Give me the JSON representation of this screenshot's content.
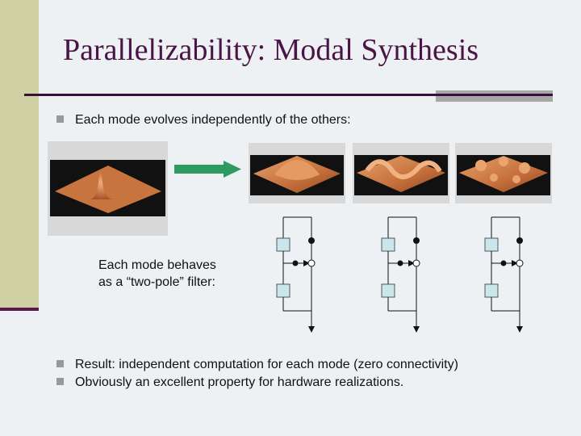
{
  "slide": {
    "title": "Parallelizability: Modal Synthesis",
    "bullet_top": "Each mode evolves independently of the others:",
    "caption_line1": "Each mode behaves",
    "caption_line2": "as a “two-pole” filter:",
    "bullet_bottom_1": "Result: independent computation for each mode (zero connectivity)",
    "bullet_bottom_2": "Obviously an excellent property for hardware realizations."
  },
  "colors": {
    "title": "#4a1546",
    "accent_band": "#cfd1a4",
    "rule": "#3a1038",
    "arrow": "#2e9a60",
    "surface": "#cf7f4a",
    "filter_box": "#c9e6ea"
  },
  "icons": [
    "bullet-square",
    "right-arrow",
    "gaussian-surface-plot",
    "mode-surface-plot",
    "two-pole-filter-diagram"
  ]
}
